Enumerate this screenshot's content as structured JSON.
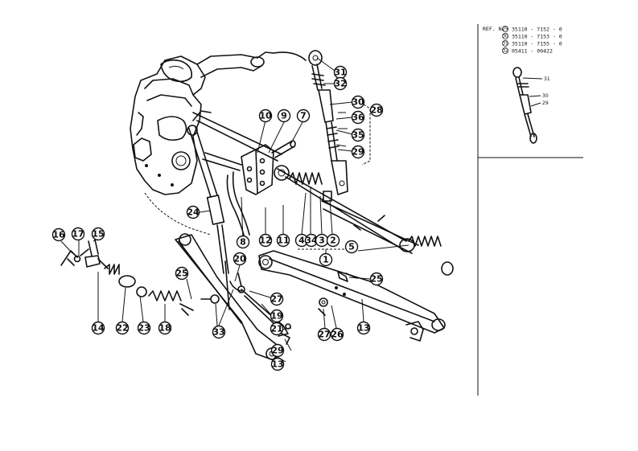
{
  "callouts": [
    {
      "id": "c31",
      "label": "31"
    },
    {
      "id": "c32",
      "label": "32"
    },
    {
      "id": "c30",
      "label": "30"
    },
    {
      "id": "c28",
      "label": "28"
    },
    {
      "id": "c36",
      "label": "36"
    },
    {
      "id": "c35",
      "label": "35"
    },
    {
      "id": "c29a",
      "label": "29"
    },
    {
      "id": "c10",
      "label": "10"
    },
    {
      "id": "c9",
      "label": "9"
    },
    {
      "id": "c7",
      "label": "7"
    },
    {
      "id": "c24",
      "label": "24"
    },
    {
      "id": "c8",
      "label": "8"
    },
    {
      "id": "c12",
      "label": "12"
    },
    {
      "id": "c11",
      "label": "11"
    },
    {
      "id": "c4",
      "label": "4"
    },
    {
      "id": "c34",
      "label": "34"
    },
    {
      "id": "c3",
      "label": "3"
    },
    {
      "id": "c2",
      "label": "2"
    },
    {
      "id": "c1",
      "label": "1"
    },
    {
      "id": "c5",
      "label": "5"
    },
    {
      "id": "c25a",
      "label": "25"
    },
    {
      "id": "c16",
      "label": "16"
    },
    {
      "id": "c17",
      "label": "17"
    },
    {
      "id": "c15",
      "label": "15"
    },
    {
      "id": "c14",
      "label": "14"
    },
    {
      "id": "c22",
      "label": "22"
    },
    {
      "id": "c23",
      "label": "23"
    },
    {
      "id": "c18",
      "label": "18"
    },
    {
      "id": "c25b",
      "label": "25"
    },
    {
      "id": "c20",
      "label": "20"
    },
    {
      "id": "c33",
      "label": "33"
    },
    {
      "id": "c27a",
      "label": "27"
    },
    {
      "id": "c19",
      "label": "19"
    },
    {
      "id": "c21",
      "label": "21"
    },
    {
      "id": "c29b",
      "label": "29"
    },
    {
      "id": "c13a",
      "label": "13"
    },
    {
      "id": "c27b",
      "label": "27"
    },
    {
      "id": "c26",
      "label": "26"
    },
    {
      "id": "c13b",
      "label": "13"
    }
  ],
  "ref_panel": {
    "header": "REF. No.",
    "rows": [
      {
        "mark": "29",
        "code": "35110 - 7152 - 0"
      },
      {
        "mark": "30",
        "code": "35110 - 7153 - 0"
      },
      {
        "mark": "31",
        "code": "35110 - 7155 - 0"
      },
      {
        "mark": "32",
        "code": "05411 - 00422"
      }
    ],
    "detail_labels": [
      "31",
      "30",
      "29"
    ]
  }
}
